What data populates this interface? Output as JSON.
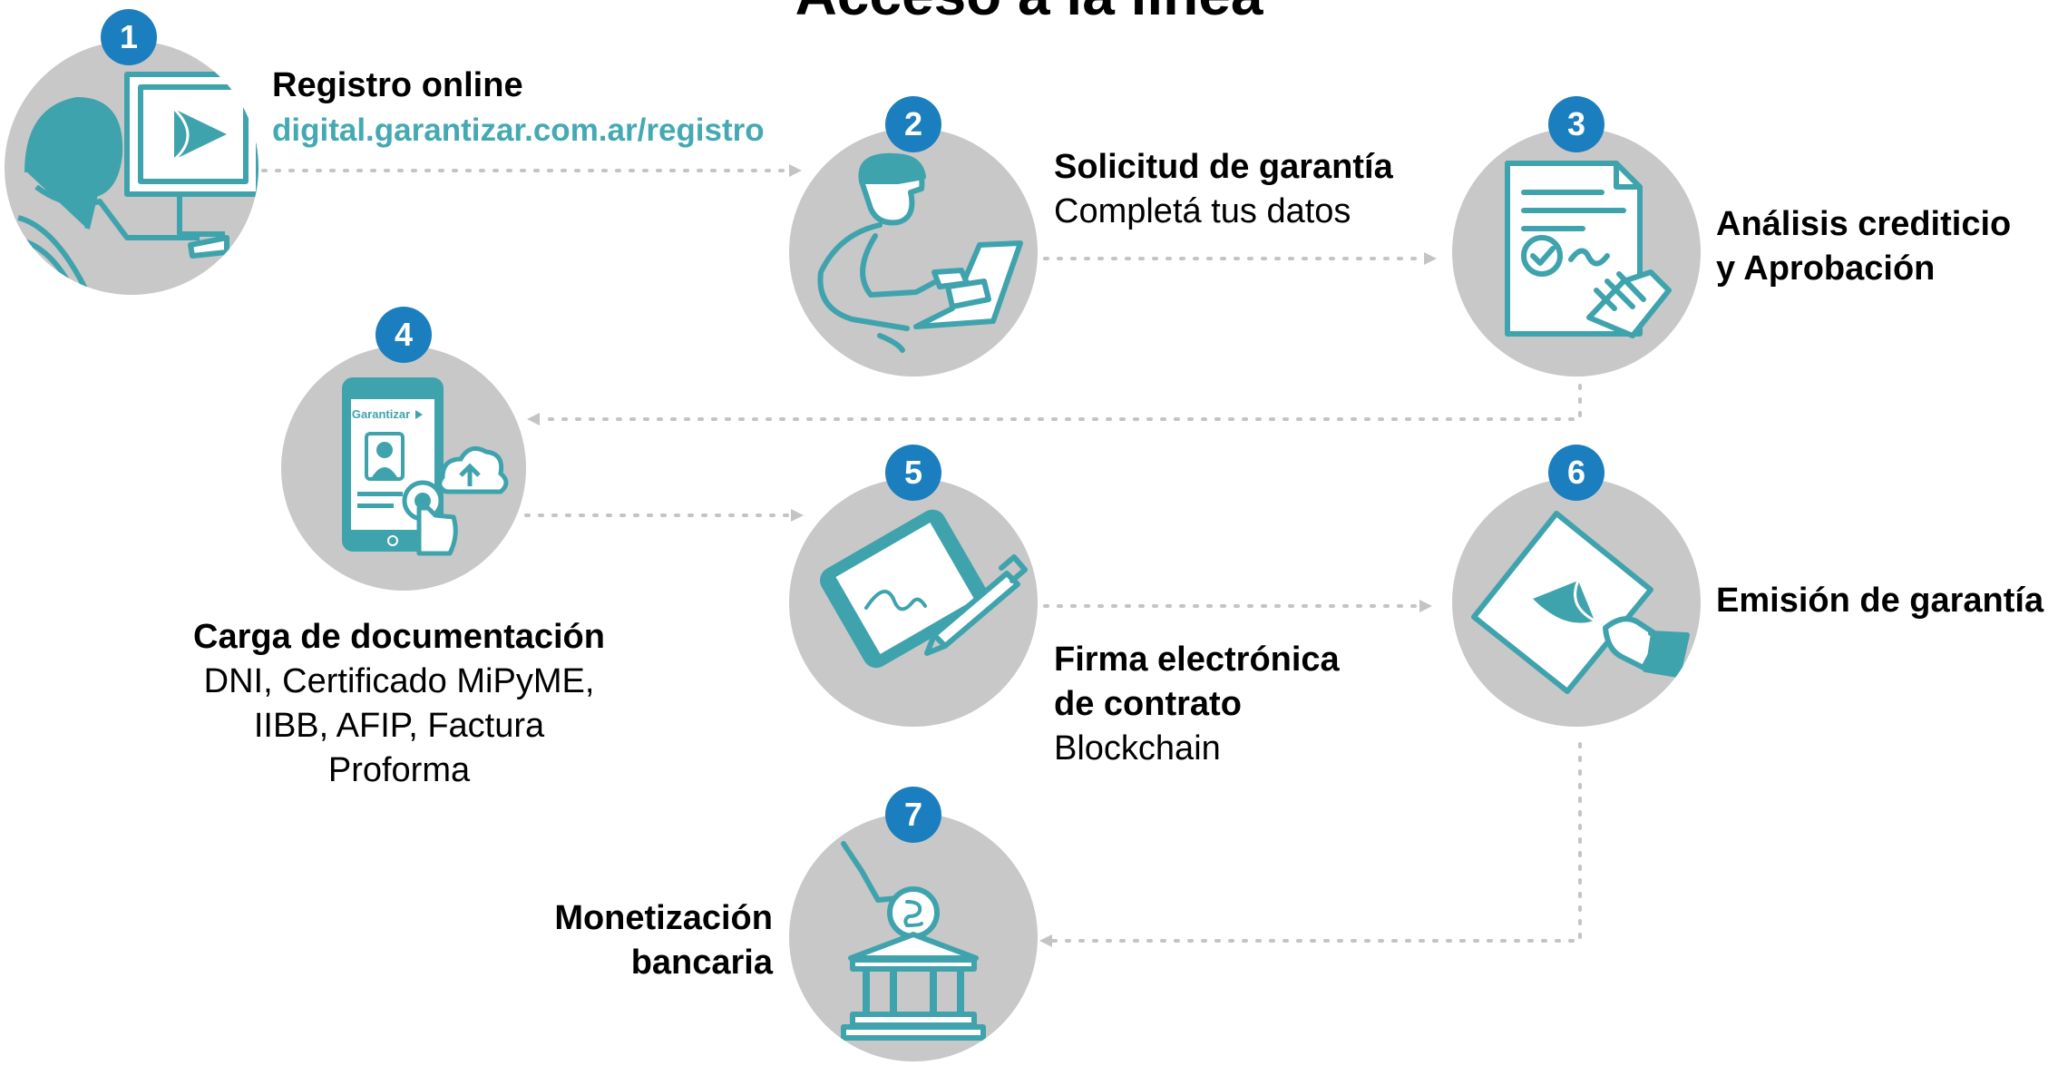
{
  "title": "Acceso a la línea",
  "colors": {
    "circle_bg": "#c8c8c8",
    "icon": "#3fa3ad",
    "badge": "#1b7fbf",
    "badge_text": "#ffffff",
    "link": "#45a9b4",
    "connector": "#c4c4c4"
  },
  "steps": [
    {
      "number": "1",
      "icon": "person-at-computer-icon",
      "title": "Registro online",
      "link": "digital.garantizar.com.ar/registro"
    },
    {
      "number": "2",
      "icon": "person-with-laptop-icon",
      "title": "Solicitud de garantía",
      "subtitle": "Completá tus datos"
    },
    {
      "number": "3",
      "icon": "document-handshake-icon",
      "title_lines": [
        "Análisis crediticio",
        "y Aprobación"
      ]
    },
    {
      "number": "4",
      "icon": "phone-upload-icon",
      "title": "Carga de documentación",
      "subtitle_lines": [
        "DNI, Certificado MiPyME,",
        "IIBB, AFIP, Factura",
        "Proforma"
      ],
      "app_label": "Garantizar"
    },
    {
      "number": "5",
      "icon": "tablet-signature-icon",
      "title_lines": [
        "Firma electrónica",
        "de contrato"
      ],
      "subtitle": "Blockchain"
    },
    {
      "number": "6",
      "icon": "certificate-icon",
      "title": "Emisión de garantía"
    },
    {
      "number": "7",
      "icon": "bank-deposit-icon",
      "title_lines": [
        "Monetización",
        "bancaria"
      ]
    }
  ]
}
